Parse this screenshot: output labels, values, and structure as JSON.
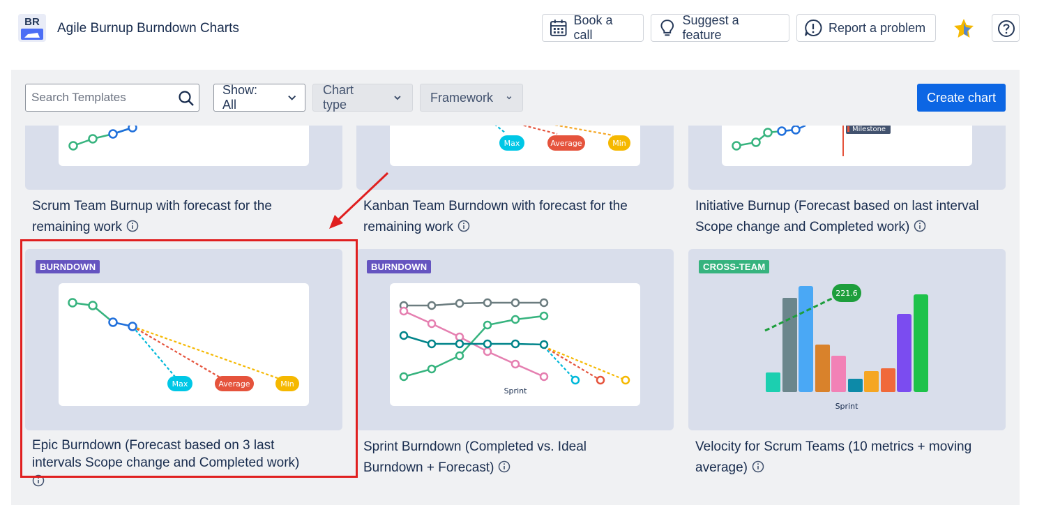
{
  "app": {
    "logo_text": "BR",
    "title": "Agile Burnup Burndown Charts"
  },
  "header": {
    "book_call": "Book a call",
    "suggest_feature": "Suggest a feature",
    "report_problem": "Report a problem",
    "star_icon": "star-icon",
    "help_icon": "help-icon"
  },
  "toolbar": {
    "search_placeholder": "Search Templates",
    "show": "Show: All",
    "chart_type": "Chart type",
    "framework": "Framework",
    "create": "Create chart"
  },
  "cards": [
    {
      "title": "Scrum Team Burnup with forecast for the remaining work"
    },
    {
      "title": "Kanban Team Burndown with forecast for the remaining work",
      "labels": [
        "Max",
        "Average",
        "Min"
      ]
    },
    {
      "title": "Initiative Burnup (Forecast based on last interval Scope change and Completed work)",
      "milestone": "Milestone"
    },
    {
      "tag": "BURNDOWN",
      "title": "Epic Burndown (Forecast based on 3 last intervals Scope change and Completed work)",
      "labels": [
        "Max",
        "Average",
        "Min"
      ]
    },
    {
      "tag": "BURNDOWN",
      "title": "Sprint Burndown (Completed vs. Ideal Burndown + Forecast)",
      "xlabel": "Sprint"
    },
    {
      "tag": "CROSS-TEAM",
      "title": "Velocity for Scrum Teams (10 metrics + moving average)",
      "xlabel": "Sprint",
      "badge": "221.6"
    }
  ],
  "colors": {
    "accent": "#0c66e4",
    "highlight": "#e01f1f",
    "burndown_tag": "#6554c0",
    "crossteam_tag": "#36b37e"
  }
}
